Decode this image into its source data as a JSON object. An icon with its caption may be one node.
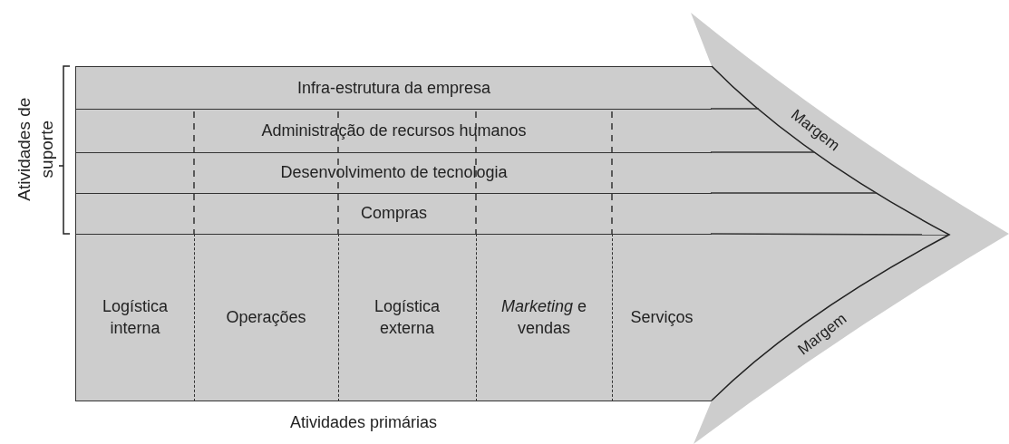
{
  "diagram": {
    "nodes": [
      {
        "text": [
          "Infra-estrutura da empresa"
        ]
      },
      {
        "text": [
          "Administração de recursos humanos"
        ]
      },
      {
        "text": [
          "Desenvolvimento de tecnologia"
        ]
      },
      {
        "text": [
          "Compras"
        ]
      },
      {
        "text": [
          "Logística interna"
        ]
      },
      {
        "text": [
          "Operações"
        ]
      },
      {
        "text": [
          "Logística externa"
        ]
      },
      {
        "text": [
          "*Marketing* e vendas"
        ]
      },
      {
        "text": [
          "Serviços"
        ]
      }
    ],
    "labels": [
      "Atividades de suporte",
      "Margem",
      "Margem",
      "Atividades primárias"
    ]
  }
}
